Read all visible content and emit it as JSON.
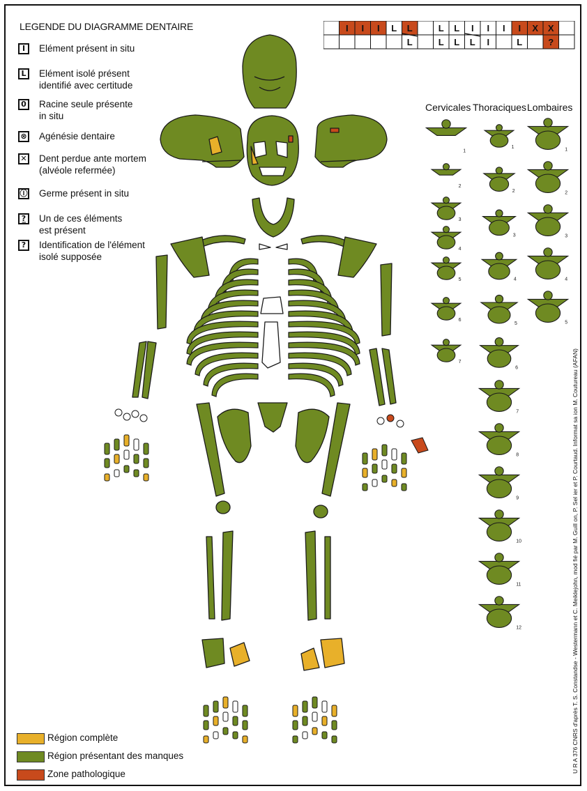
{
  "legend": {
    "title": "LEGENDE DU DIAGRAMME DENTAIRE",
    "items": [
      {
        "symbol": "I",
        "text": "Elément présent in situ"
      },
      {
        "symbol": "L",
        "text": "Elément isolé présent\nidentifié avec certitude"
      },
      {
        "symbol": "0",
        "text": "Racine seule présente\nin situ"
      },
      {
        "symbol": "⊗",
        "text": "Agénésie dentaire"
      },
      {
        "symbol": "✕",
        "text": "Dent perdue ante mortem\n(alvéole refermée)"
      },
      {
        "symbol": "Ⓘ",
        "text": "Germe présent in situ"
      },
      {
        "symbol": "?̲",
        "text": "Un de ces éléments\nest présent"
      },
      {
        "symbol": "?",
        "text": "Identification de l'élément\nisolé supposée"
      }
    ]
  },
  "dental_chart": {
    "upper": [
      "",
      "I",
      "I",
      "I",
      "L",
      "L",
      "",
      "L",
      "L",
      "I",
      "I",
      "I",
      "I",
      "X",
      "X",
      ""
    ],
    "lower": [
      "",
      "",
      "",
      "",
      "",
      "L",
      "",
      "L",
      "L",
      "L",
      "I",
      "",
      "L",
      "",
      "?",
      ""
    ]
  },
  "vertebrae": {
    "headers": {
      "cervical": "Cervicales",
      "thoracic": "Thoraciques",
      "lumbar": "Lombaires"
    },
    "cervical_numbers": [
      "1",
      "2",
      "3",
      "4",
      "5",
      "6",
      "7"
    ],
    "thoracic_numbers": [
      "1",
      "2",
      "3",
      "4",
      "5",
      "6",
      "7",
      "8",
      "9",
      "10",
      "11",
      "12"
    ],
    "lumbar_numbers": [
      "1",
      "2",
      "3",
      "4",
      "5"
    ]
  },
  "key": [
    {
      "label": "Région complète",
      "color": "#e8b02a"
    },
    {
      "label": "Région présentant des manques",
      "color": "#6f8a22"
    },
    {
      "label": "Zone pathologique",
      "color": "#c84a1c"
    }
  ],
  "colors": {
    "complete": "#e8b02a",
    "partial": "#6f8a22",
    "pathology": "#c84a1c",
    "absent": "#ffffff",
    "outline": "#1a1a1a"
  },
  "credit": "U R A 376 CNRS d'après T. S. Constandse - Westermann et C. Meiklejohn, mod fié par M. Guill on, P. Sel ier et P. Courtaud. Informat sa ion M. Coutureau (AFAN)"
}
